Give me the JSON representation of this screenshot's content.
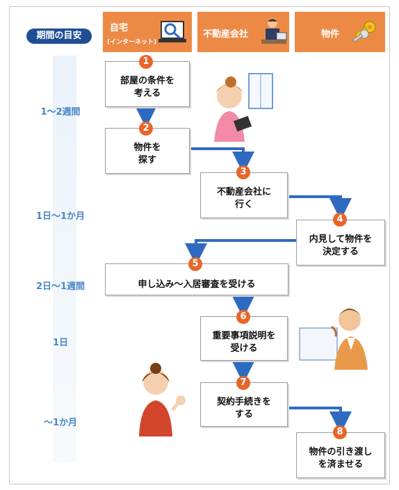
{
  "header": {
    "period_label": "期間の目安",
    "home_title": "自宅",
    "home_sub": "(インターネット)",
    "agency_title": "不動産会社",
    "property_title": "物件"
  },
  "timings": [
    "1～2週間",
    "1日～1か月",
    "2日～1週間",
    "1日",
    "～1か月"
  ],
  "steps": [
    {
      "num": "1",
      "line1": "部屋の条件を",
      "line2": "考える"
    },
    {
      "num": "2",
      "line1": "物件を",
      "line2": "探す"
    },
    {
      "num": "3",
      "line1": "不動産会社に",
      "line2": "行く"
    },
    {
      "num": "4",
      "line1": "内見して物件を",
      "line2": "決定する"
    },
    {
      "num": "5",
      "line1": "申し込み～入居審査を受ける"
    },
    {
      "num": "6",
      "line1": "重要事項説明を",
      "line2": "受ける"
    },
    {
      "num": "7",
      "line1": "契約手続きを",
      "line2": "する"
    },
    {
      "num": "8",
      "line1": "物件の引き渡し",
      "line2": "を済ませる"
    }
  ],
  "colors": {
    "header": "#ec8a45",
    "pill": "#1f4e95",
    "arrow": "#2e6bc0",
    "number": "#e8662a",
    "timing": "#4a86c8"
  },
  "icons": [
    "search-computer-icon",
    "agent-at-desk-icon",
    "keys-icon"
  ]
}
